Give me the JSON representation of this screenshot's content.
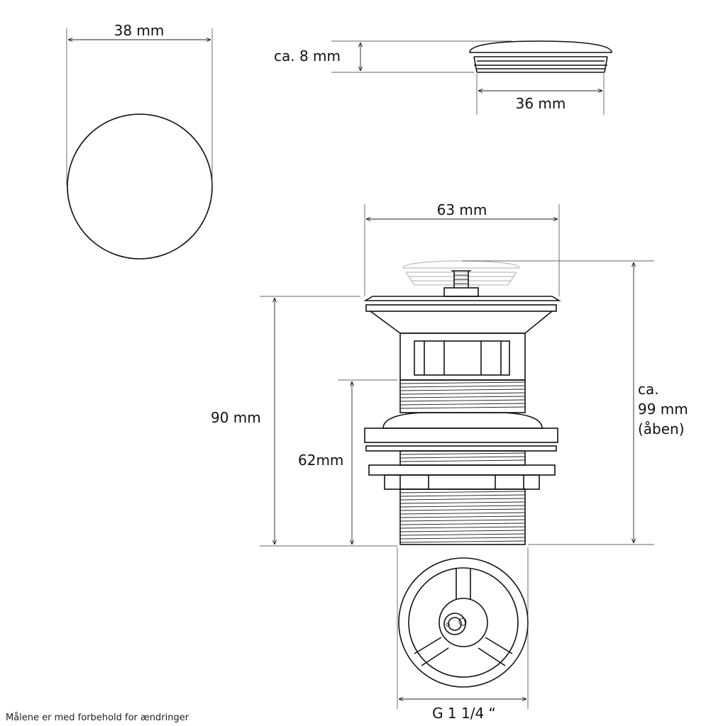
{
  "dimensions": {
    "cap_diameter": "38 mm",
    "cap_height": "ca. 8 mm",
    "cap_width": "36 mm",
    "flange_width": "63 mm",
    "total_height": "90 mm",
    "thread_height": "62mm",
    "open_height": [
      "ca.",
      "99 mm",
      "(åben)"
    ],
    "thread_size": "G 1 1/4 “"
  },
  "footer_note": "Målene er med forbehold for ændringer",
  "colors": {
    "line": "#111111",
    "ghost": "#bdbdbd",
    "background": "#ffffff"
  }
}
